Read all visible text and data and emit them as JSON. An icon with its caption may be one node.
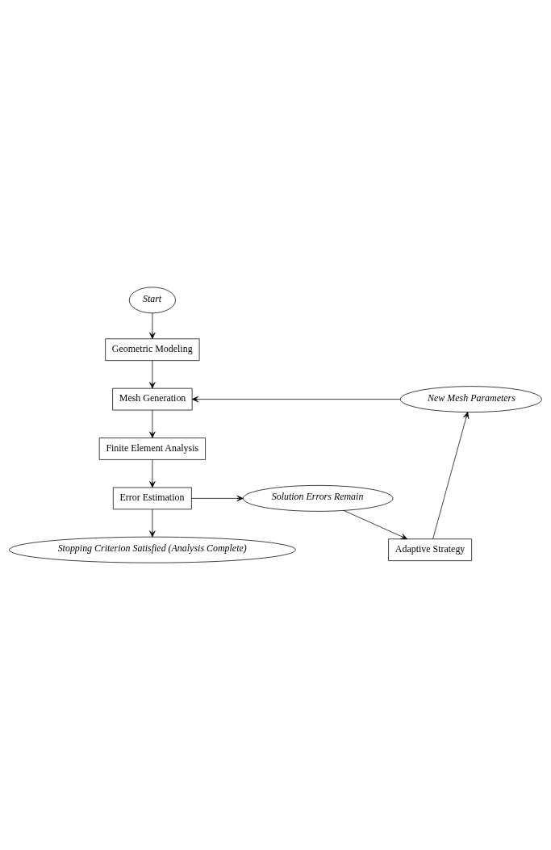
{
  "diagram": {
    "nodes": [
      {
        "text": [
          "Start"
        ]
      },
      {
        "text": [
          "Geometric Modeling"
        ]
      },
      {
        "text": [
          "Mesh Generation"
        ]
      },
      {
        "text": [
          "Finite Element Analysis"
        ]
      },
      {
        "text": [
          "Error Estimation"
        ]
      },
      {
        "text": [
          "Stopping Criterion Satisfied (Analysis Complete)"
        ]
      },
      {
        "text": [
          "Solution Errors Remain"
        ]
      },
      {
        "text": [
          "Adaptive Strategy"
        ]
      },
      {
        "text": [
          "New Mesh Parameters"
        ]
      }
    ],
    "edges": [
      {
        "from": 0,
        "to": 1,
        "arrow": "to"
      },
      {
        "from": 1,
        "to": 2,
        "arrow": "to"
      },
      {
        "from": 2,
        "to": 3,
        "arrow": "to"
      },
      {
        "from": 3,
        "to": 4,
        "arrow": "to"
      },
      {
        "from": 4,
        "to": 5,
        "arrow": "to"
      },
      {
        "from": 4,
        "to": 6,
        "arrow": "to"
      },
      {
        "from": 6,
        "to": 7,
        "arrow": "to"
      },
      {
        "from": 7,
        "to": 8,
        "arrow": "to"
      },
      {
        "from": 8,
        "to": 2,
        "arrow": "to"
      }
    ]
  }
}
